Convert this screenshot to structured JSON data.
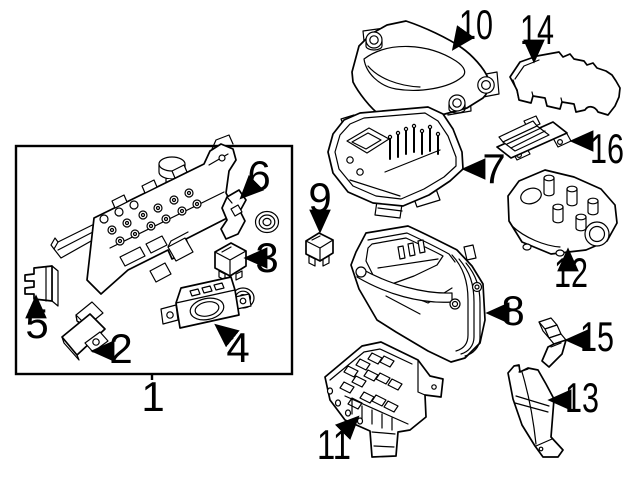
{
  "figure": {
    "kind": "exploded-parts-diagram",
    "subject": "engine-compartment fuse and relay box components",
    "background_color": "#ffffff",
    "line_color": "#000000"
  },
  "callouts": [
    {
      "number": "1",
      "part": "bracket-assembly-group"
    },
    {
      "number": "2",
      "part": "small-module-bracket"
    },
    {
      "number": "3",
      "part": "relay-cube"
    },
    {
      "number": "4",
      "part": "control-module"
    },
    {
      "number": "5",
      "part": "fuse-connector-block"
    },
    {
      "number": "6",
      "part": "mounting-bracket"
    },
    {
      "number": "7",
      "part": "relay-carrier-tray"
    },
    {
      "number": "8",
      "part": "housing-lower-section"
    },
    {
      "number": "9",
      "part": "small-relay-cube"
    },
    {
      "number": "10",
      "part": "housing-top-cover"
    },
    {
      "number": "11",
      "part": "fuse-carrier-block"
    },
    {
      "number": "12",
      "part": "terminal-junction-block"
    },
    {
      "number": "13",
      "part": "side-bracket"
    },
    {
      "number": "14",
      "part": "flat-cover"
    },
    {
      "number": "15",
      "part": "clip-bracket"
    },
    {
      "number": "16",
      "part": "retainer-strip"
    }
  ]
}
